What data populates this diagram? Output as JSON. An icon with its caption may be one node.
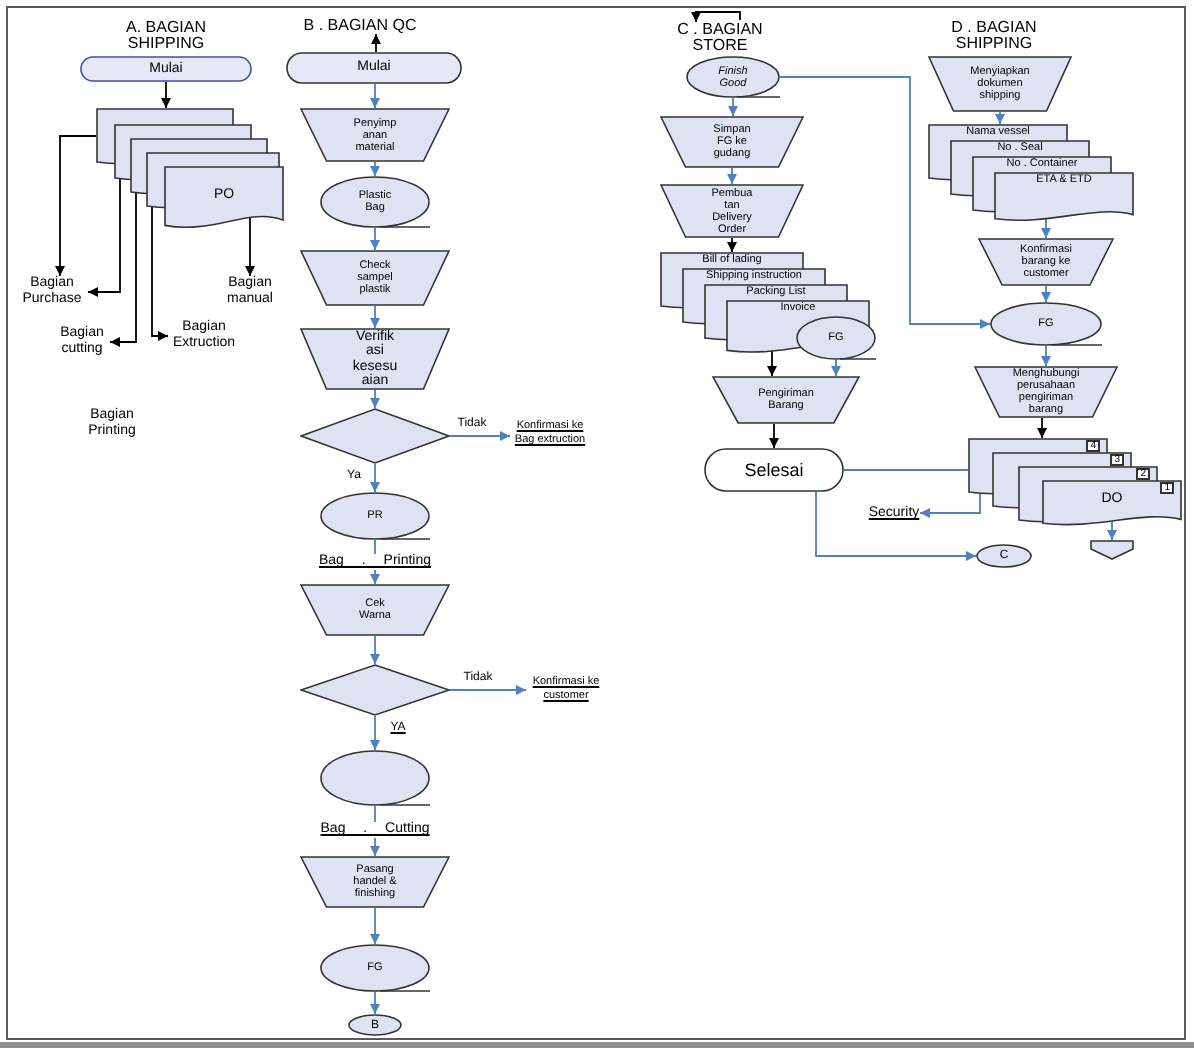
{
  "diagram": {
    "nodes": [
      {
        "text": [
          "Mulai"
        ]
      },
      {
        "text": [],
        "shape": "document"
      },
      {
        "text": [],
        "shape": "document"
      },
      {
        "text": [],
        "shape": "document"
      },
      {
        "text": [],
        "shape": "document"
      },
      {
        "text": [
          "PO"
        ]
      },
      {
        "text": [
          "Bagian Purchase"
        ]
      },
      {
        "text": [
          "Bagian cutting"
        ]
      },
      {
        "text": [
          "Bagian Extruction"
        ]
      },
      {
        "text": [
          "Bagian manual"
        ]
      },
      {
        "text": [
          "B . BAGIAN QC"
        ]
      },
      {
        "text": [
          "Mulai"
        ]
      },
      {
        "text": [
          "Penyimp anan material"
        ]
      },
      {
        "text": [
          "Plastic Bag"
        ]
      },
      {
        "text": [
          "Check sampel plastik"
        ]
      },
      {
        "text": [
          "Verifik asi kesesu aian"
        ]
      },
      {
        "text": [],
        "shape": "diamond"
      },
      {
        "text": [
          "Konfirmasi ke Bag extruction"
        ]
      },
      {
        "text": [
          "PR"
        ]
      },
      {
        "text": [
          "Cek Warna"
        ]
      },
      {
        "text": [],
        "shape": "diamond"
      },
      {
        "text": [
          "Konfirmasi ke customer"
        ]
      },
      {
        "text": [],
        "shape": "ellipse"
      },
      {
        "text": [
          "Pasang handel & finishing"
        ]
      },
      {
        "text": [
          "FG"
        ]
      },
      {
        "text": [
          "B"
        ]
      },
      {
        "text": [
          "C . BAGIAN STORE"
        ]
      },
      {
        "text": [
          "Finish Good"
        ]
      },
      {
        "text": [
          "Simpan FG ke gudang"
        ]
      },
      {
        "text": [
          "Pembua tan Delivery Order"
        ]
      },
      {
        "text": [
          "Bill of lading"
        ]
      },
      {
        "text": [
          "Shipping instruction"
        ]
      },
      {
        "text": [
          "Packing List"
        ]
      },
      {
        "text": [
          "Invoice"
        ]
      },
      {
        "text": [
          "FG"
        ]
      },
      {
        "text": [
          "Pengiriman Barang"
        ]
      },
      {
        "text": [
          "Selesai"
        ]
      },
      {
        "text": [
          "Security"
        ]
      },
      {
        "text": [
          "C"
        ]
      },
      {
        "text": [
          "Menyiapkan dokumen shipping"
        ]
      },
      {
        "text": [
          "Nama vessel"
        ]
      },
      {
        "text": [
          "No . Seal"
        ]
      },
      {
        "text": [
          "No . Container"
        ]
      },
      {
        "text": [
          "ETA & ETD"
        ]
      },
      {
        "text": [
          "Konfirmasi barang ke customer"
        ]
      },
      {
        "text": [
          "FG"
        ]
      },
      {
        "text": [
          "Menghubungi perusahaan pengiriman barang"
        ]
      },
      {
        "text": [
          "4"
        ]
      },
      {
        "text": [
          "3"
        ]
      },
      {
        "text": [
          "2"
        ]
      },
      {
        "text": [
          "1",
          "DO"
        ]
      },
      {
        "text": [],
        "shape": "pentagon"
      }
    ],
    "edges": [
      {
        "from": 0,
        "to": 1,
        "arrow": "to",
        "color": "#000000"
      },
      {
        "from": 1,
        "to": 6,
        "arrow": "to",
        "color": "#000000"
      },
      {
        "from": 2,
        "to": 6,
        "arrow": "to",
        "color": "#000000"
      },
      {
        "from": 3,
        "to": 7,
        "arrow": "to",
        "color": "#000000"
      },
      {
        "from": 4,
        "to": 8,
        "arrow": "to",
        "color": "#000000"
      },
      {
        "from": 5,
        "to": 9,
        "arrow": "to",
        "color": "#000000"
      },
      {
        "from": 11,
        "to": 10,
        "arrow": "to",
        "color": "#000000"
      },
      {
        "from": 11,
        "to": 12,
        "arrow": "to"
      },
      {
        "from": 12,
        "to": 13,
        "arrow": "to"
      },
      {
        "from": 13,
        "to": 14,
        "arrow": "to"
      },
      {
        "from": 14,
        "to": 15,
        "arrow": "to"
      },
      {
        "from": 15,
        "to": 16,
        "arrow": "to"
      },
      {
        "from": 16,
        "to": 17,
        "arrow": "to",
        "label": "Tidak"
      },
      {
        "from": 16,
        "to": 18,
        "arrow": "to",
        "label": "Ya"
      },
      {
        "from": 18,
        "to": 19,
        "arrow": "to",
        "label": "Bag . Printing"
      },
      {
        "from": 19,
        "to": 20,
        "arrow": "to"
      },
      {
        "from": 20,
        "to": 21,
        "arrow": "to",
        "label": "Tidak"
      },
      {
        "from": 20,
        "to": 22,
        "arrow": "to",
        "label": "YA"
      },
      {
        "from": 22,
        "to": 23,
        "arrow": "to",
        "label": "Bag . Cutting"
      },
      {
        "from": 23,
        "to": 24,
        "arrow": "to"
      },
      {
        "from": 24,
        "to": 25,
        "arrow": "to"
      },
      {
        "from": null,
        "to": 26,
        "arrow": "to",
        "color": "#000000"
      },
      {
        "from": 27,
        "to": 28,
        "arrow": "to"
      },
      {
        "from": 28,
        "to": 29,
        "arrow": "to"
      },
      {
        "from": 29,
        "to": 30,
        "arrow": "to",
        "color": "#000000"
      },
      {
        "from": 27,
        "to": 45,
        "arrow": "to"
      },
      {
        "from": 33,
        "to": 35,
        "arrow": "to",
        "color": "#000000"
      },
      {
        "from": 34,
        "to": 35,
        "arrow": "to"
      },
      {
        "from": 35,
        "to": 36,
        "arrow": "to",
        "color": "#000000"
      },
      {
        "from": 36,
        "to": 47,
        "arrow": "none"
      },
      {
        "from": 36,
        "to": 38,
        "arrow": "to"
      },
      {
        "from": 47,
        "to": 37,
        "arrow": "to"
      },
      {
        "from": 39,
        "to": 40,
        "arrow": "to"
      },
      {
        "from": 43,
        "to": 44,
        "arrow": "to"
      },
      {
        "from": 44,
        "to": 45,
        "arrow": "to"
      },
      {
        "from": 45,
        "to": 46,
        "arrow": "to"
      },
      {
        "from": 46,
        "to": 47,
        "arrow": "to",
        "color": "#000000"
      },
      {
        "from": 50,
        "to": 51,
        "arrow": "to"
      }
    ],
    "labels": [
      "A. BAGIAN SHIPPING",
      "Bagian Printing",
      "D . BAGIAN SHIPPING"
    ]
  }
}
